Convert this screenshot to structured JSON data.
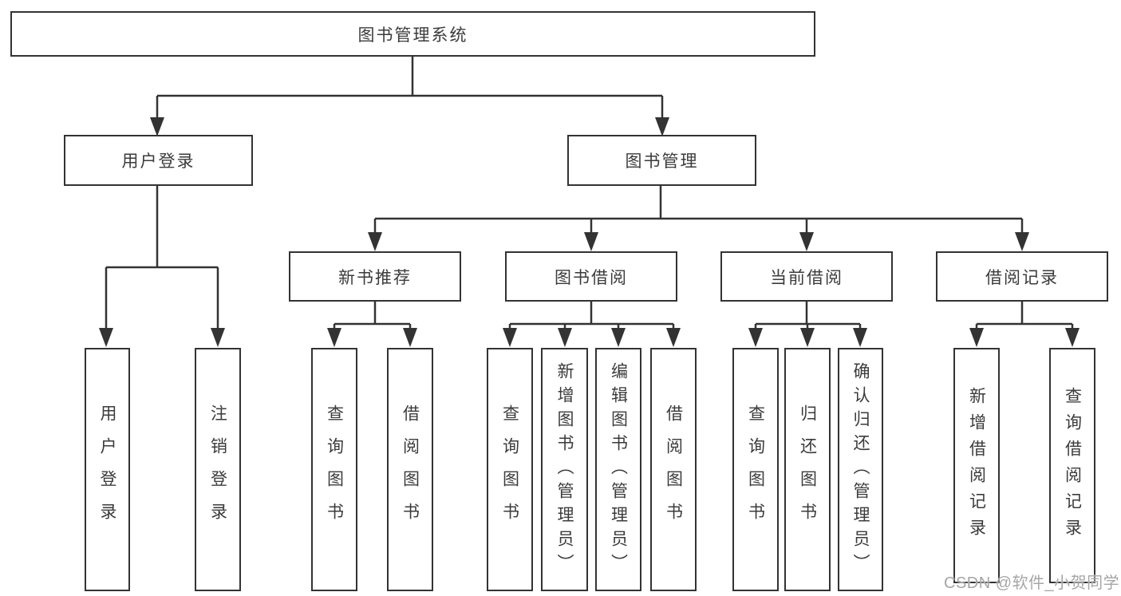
{
  "diagram": {
    "root_label": "图书管理系统",
    "level2": [
      {
        "label": "用户登录"
      },
      {
        "label": "图书管理"
      }
    ],
    "level3": [
      {
        "label": "新书推荐",
        "parent": "图书管理"
      },
      {
        "label": "图书借阅",
        "parent": "图书管理"
      },
      {
        "label": "当前借阅",
        "parent": "图书管理"
      },
      {
        "label": "借阅记录",
        "parent": "图书管理"
      }
    ],
    "leaves": [
      {
        "label": "用户登录",
        "parent": "用户登录"
      },
      {
        "label": "注销登录",
        "parent": "用户登录"
      },
      {
        "label": "查询图书",
        "parent": "新书推荐"
      },
      {
        "label": "借阅图书",
        "parent": "新书推荐"
      },
      {
        "label": "查询图书",
        "parent": "图书借阅"
      },
      {
        "label": "新增图书（管理员）",
        "parent": "图书借阅"
      },
      {
        "label": "编辑图书（管理员）",
        "parent": "图书借阅"
      },
      {
        "label": "借阅图书",
        "parent": "图书借阅"
      },
      {
        "label": "查询图书",
        "parent": "当前借阅"
      },
      {
        "label": "归还图书",
        "parent": "当前借阅"
      },
      {
        "label": "确认归还（管理员）",
        "parent": "当前借阅"
      },
      {
        "label": "新增借阅记录",
        "parent": "借阅记录"
      },
      {
        "label": "查询借阅记录",
        "parent": "借阅记录"
      }
    ],
    "watermark": "CSDN @软件_小贺同学",
    "colors": {
      "line": "#333333",
      "text": "#3b3b3b",
      "box_background": "#ffffff",
      "watermark": "#a6a6a6"
    }
  }
}
